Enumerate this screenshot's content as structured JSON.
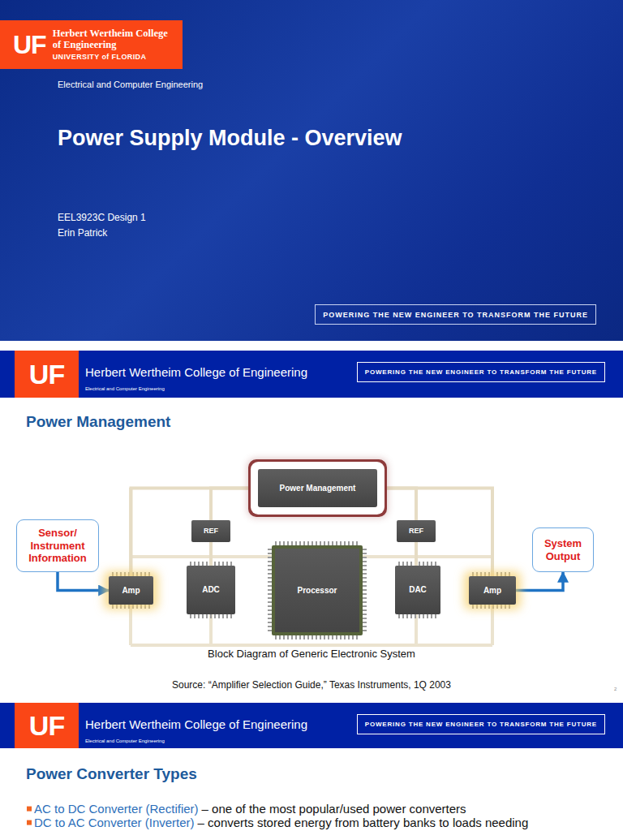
{
  "diagram": {
    "title": "Power Supply Module - Overview",
    "caption": "Block Diagram of Generic Electronic System",
    "nodes": [
      {
        "text": [
          "UF",
          "Herbert Wertheim College of Engineering",
          "UNIVERSITY of FLORIDA"
        ]
      },
      {
        "text": [
          "POWERING THE NEW ENGINEER TO TRANSFORM THE FUTURE"
        ]
      },
      {
        "text": [
          "UF"
        ]
      },
      {
        "text": [
          "POWERING THE NEW ENGINEER TO TRANSFORM THE FUTURE"
        ]
      },
      {
        "text": [
          "Power Management"
        ]
      },
      {
        "text": [
          "Sensor/ Instrument Information"
        ]
      },
      {
        "text": [
          "REF"
        ]
      },
      {
        "text": [
          "REF"
        ]
      },
      {
        "text": [
          "Amp"
        ]
      },
      {
        "text": [
          "ADC"
        ]
      },
      {
        "text": [
          "Processor"
        ]
      },
      {
        "text": [
          "DAC"
        ]
      },
      {
        "text": [
          "Amp"
        ]
      },
      {
        "text": [
          "System Output"
        ]
      },
      {
        "text": [
          "UF"
        ]
      },
      {
        "text": [
          "POWERING THE NEW ENGINEER TO TRANSFORM THE FUTURE"
        ]
      }
    ],
    "edges": [
      {
        "from": 5,
        "to": 8,
        "arrow": "to"
      },
      {
        "from": 12,
        "to": 13,
        "arrow": "to"
      },
      {
        "from": 4,
        "to": 8,
        "arrow": "none"
      },
      {
        "from": 4,
        "to": 6,
        "arrow": "none"
      },
      {
        "from": 6,
        "to": 9,
        "arrow": "none"
      },
      {
        "from": 4,
        "to": 7,
        "arrow": "none"
      },
      {
        "from": 7,
        "to": 11,
        "arrow": "none"
      },
      {
        "from": 4,
        "to": 12,
        "arrow": "none"
      }
    ],
    "labels": [
      "Electrical and Computer Engineering",
      "EEL3923C Design 1",
      "Erin Patrick",
      "Herbert Wertheim College of Engineering",
      "Electrical and Computer Engineering",
      "Power Management",
      "Source: “Amplifier Selection Guide,” Texas Instruments, 1Q 2003",
      "2",
      "Herbert Wertheim College of Engineering",
      "Electrical and Computer Engineering",
      "Power Converter Types",
      "AC to DC Converter (Rectifier)",
      "– one of the most popular/used power converters",
      "DC to AC Converter (Inverter)",
      "– converts stored energy from battery banks to loads needing"
    ]
  }
}
